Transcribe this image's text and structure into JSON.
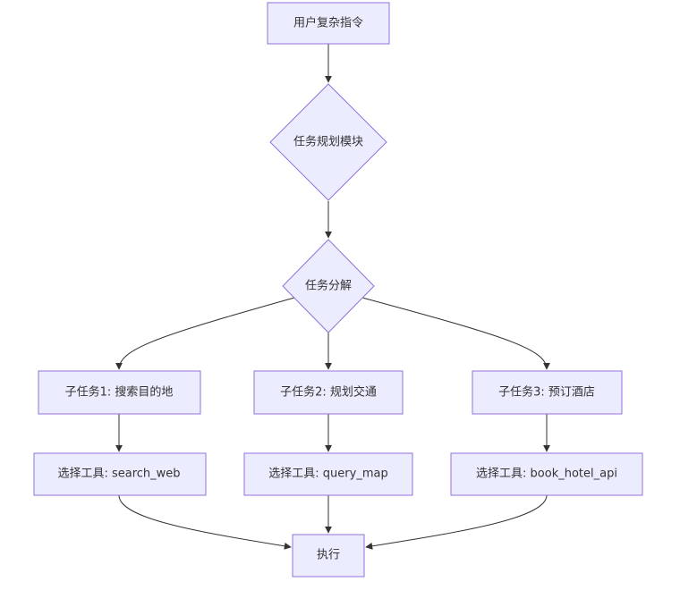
{
  "diagram": {
    "nodes": {
      "user_instruction": "用户复杂指令",
      "task_planning": "任务规划模块",
      "task_decomposition": "任务分解",
      "subtask_1": "子任务1: 搜索目的地",
      "subtask_2": "子任务2: 规划交通",
      "subtask_3": "子任务3: 预订酒店",
      "tool_1": "选择工具: search_web",
      "tool_2": "选择工具: query_map",
      "tool_3": "选择工具: book_hotel_api",
      "execute": "执行"
    },
    "edges": [
      {
        "from": "user_instruction",
        "to": "task_planning"
      },
      {
        "from": "task_planning",
        "to": "task_decomposition"
      },
      {
        "from": "task_decomposition",
        "to": "subtask_1"
      },
      {
        "from": "task_decomposition",
        "to": "subtask_2"
      },
      {
        "from": "task_decomposition",
        "to": "subtask_3"
      },
      {
        "from": "subtask_1",
        "to": "tool_1"
      },
      {
        "from": "subtask_2",
        "to": "tool_2"
      },
      {
        "from": "subtask_3",
        "to": "tool_3"
      },
      {
        "from": "tool_1",
        "to": "execute"
      },
      {
        "from": "tool_2",
        "to": "execute"
      },
      {
        "from": "tool_3",
        "to": "execute"
      }
    ],
    "colors": {
      "node_fill": "#ececff",
      "node_stroke": "#9370db",
      "edge": "#333333",
      "text": "#333333"
    }
  }
}
